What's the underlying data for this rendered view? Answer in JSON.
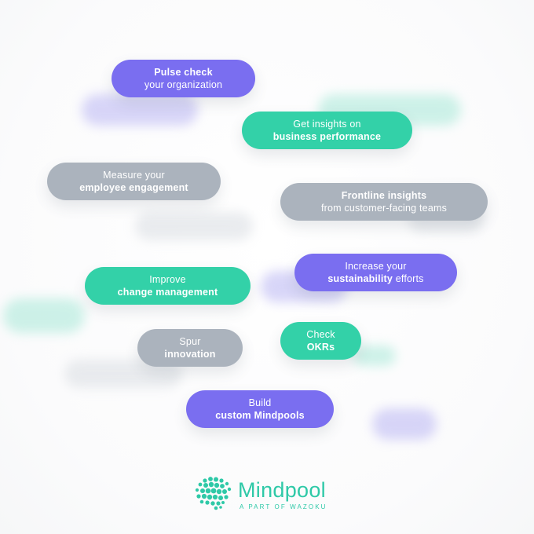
{
  "colors": {
    "purple": "#7a6ef0",
    "teal": "#33d1a8",
    "gray": "#abb3bd",
    "logo": "#2ec9a7"
  },
  "pills": {
    "pulse_check": {
      "line1": "Pulse check",
      "line2": "your organization"
    },
    "insights": {
      "line1": "Get insights on",
      "line2": "business performance"
    },
    "engagement": {
      "line1": "Measure your",
      "line2": "employee engagement"
    },
    "frontline": {
      "line1": "Frontline insights",
      "line2": "from customer-facing teams"
    },
    "sustainability": {
      "line1": "Increase your",
      "line2_bold": "sustainability",
      "line2_rest": " efforts"
    },
    "change": {
      "line1": "Improve",
      "line2": "change management"
    },
    "innovation": {
      "line1": "Spur",
      "line2": "innovation"
    },
    "okrs": {
      "line1": "Check",
      "line2": "OKRs"
    },
    "mindpools": {
      "line1": "Build",
      "line2": "custom Mindpools"
    }
  },
  "logo": {
    "icon": "brain-dots-icon",
    "name": "Mindpool",
    "tagline": "A PART OF WAZOKU"
  }
}
